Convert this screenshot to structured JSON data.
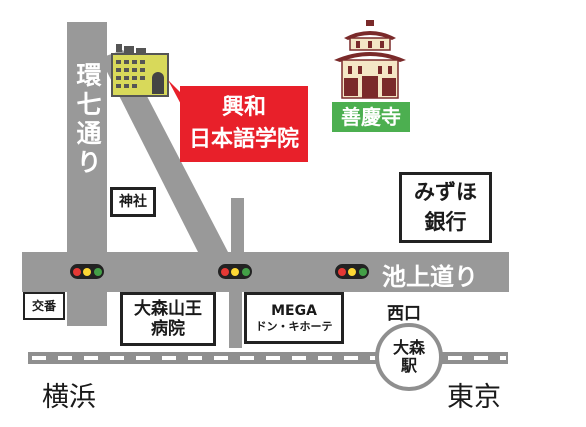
{
  "roads": {
    "kannana": "環七通り",
    "ikegami": "池上道り"
  },
  "school": {
    "line1": "興和",
    "line2": "日本語学院",
    "color": "#e8202a"
  },
  "temple": {
    "label": "善慶寺",
    "color": "#4caf50"
  },
  "landmarks": {
    "shrine": "神社",
    "bank_line1": "みずほ",
    "bank_line2": "銀行",
    "police_box": "交番",
    "hospital_line1": "大森山王",
    "hospital_line2": "病院",
    "mega_line1": "MEGA",
    "mega_line2": "ドン・キホーテ",
    "west_exit": "西口",
    "station_line1": "大森",
    "station_line2": "駅"
  },
  "directions": {
    "left": "横浜",
    "right": "東京"
  },
  "colors": {
    "road": "#999999",
    "signal_red": "#e53935",
    "signal_yellow": "#fdd835",
    "signal_green": "#43a047"
  },
  "icons": [
    "building-icon",
    "temple-icon",
    "traffic-signal-icon",
    "railway-line"
  ]
}
